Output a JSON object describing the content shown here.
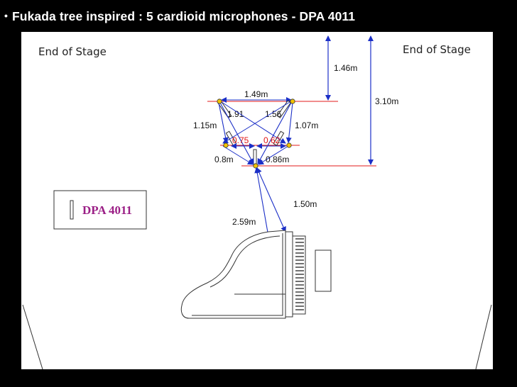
{
  "slide": {
    "bullet": "•",
    "title": "Fukada tree inspired : 5 cardioid microphones - DPA 4011"
  },
  "diagram": {
    "stage_left_label": "End of Stage",
    "stage_right_label": "End of Stage",
    "legend_label": "DPA 4011",
    "dimensions": {
      "top_gap": "1.46m",
      "total_depth": "3.10m",
      "outer_spacing": "1.49m",
      "left_angle": "1.91",
      "right_angle": "1.56",
      "left_side": "1.15m",
      "right_side": "1.07m",
      "inner_left": "0.75",
      "inner_right": "0.62",
      "front_left": "0.8m",
      "front_right": "0.86m",
      "to_piano_near": "1.50m",
      "to_piano_far": "2.59m"
    },
    "colors": {
      "measure_line": "#e31b1b",
      "arrow": "#1b2fc7",
      "mic_dot": "#f2c400",
      "inner_label": "#e01818",
      "legend_text": "#9b1f86"
    }
  }
}
